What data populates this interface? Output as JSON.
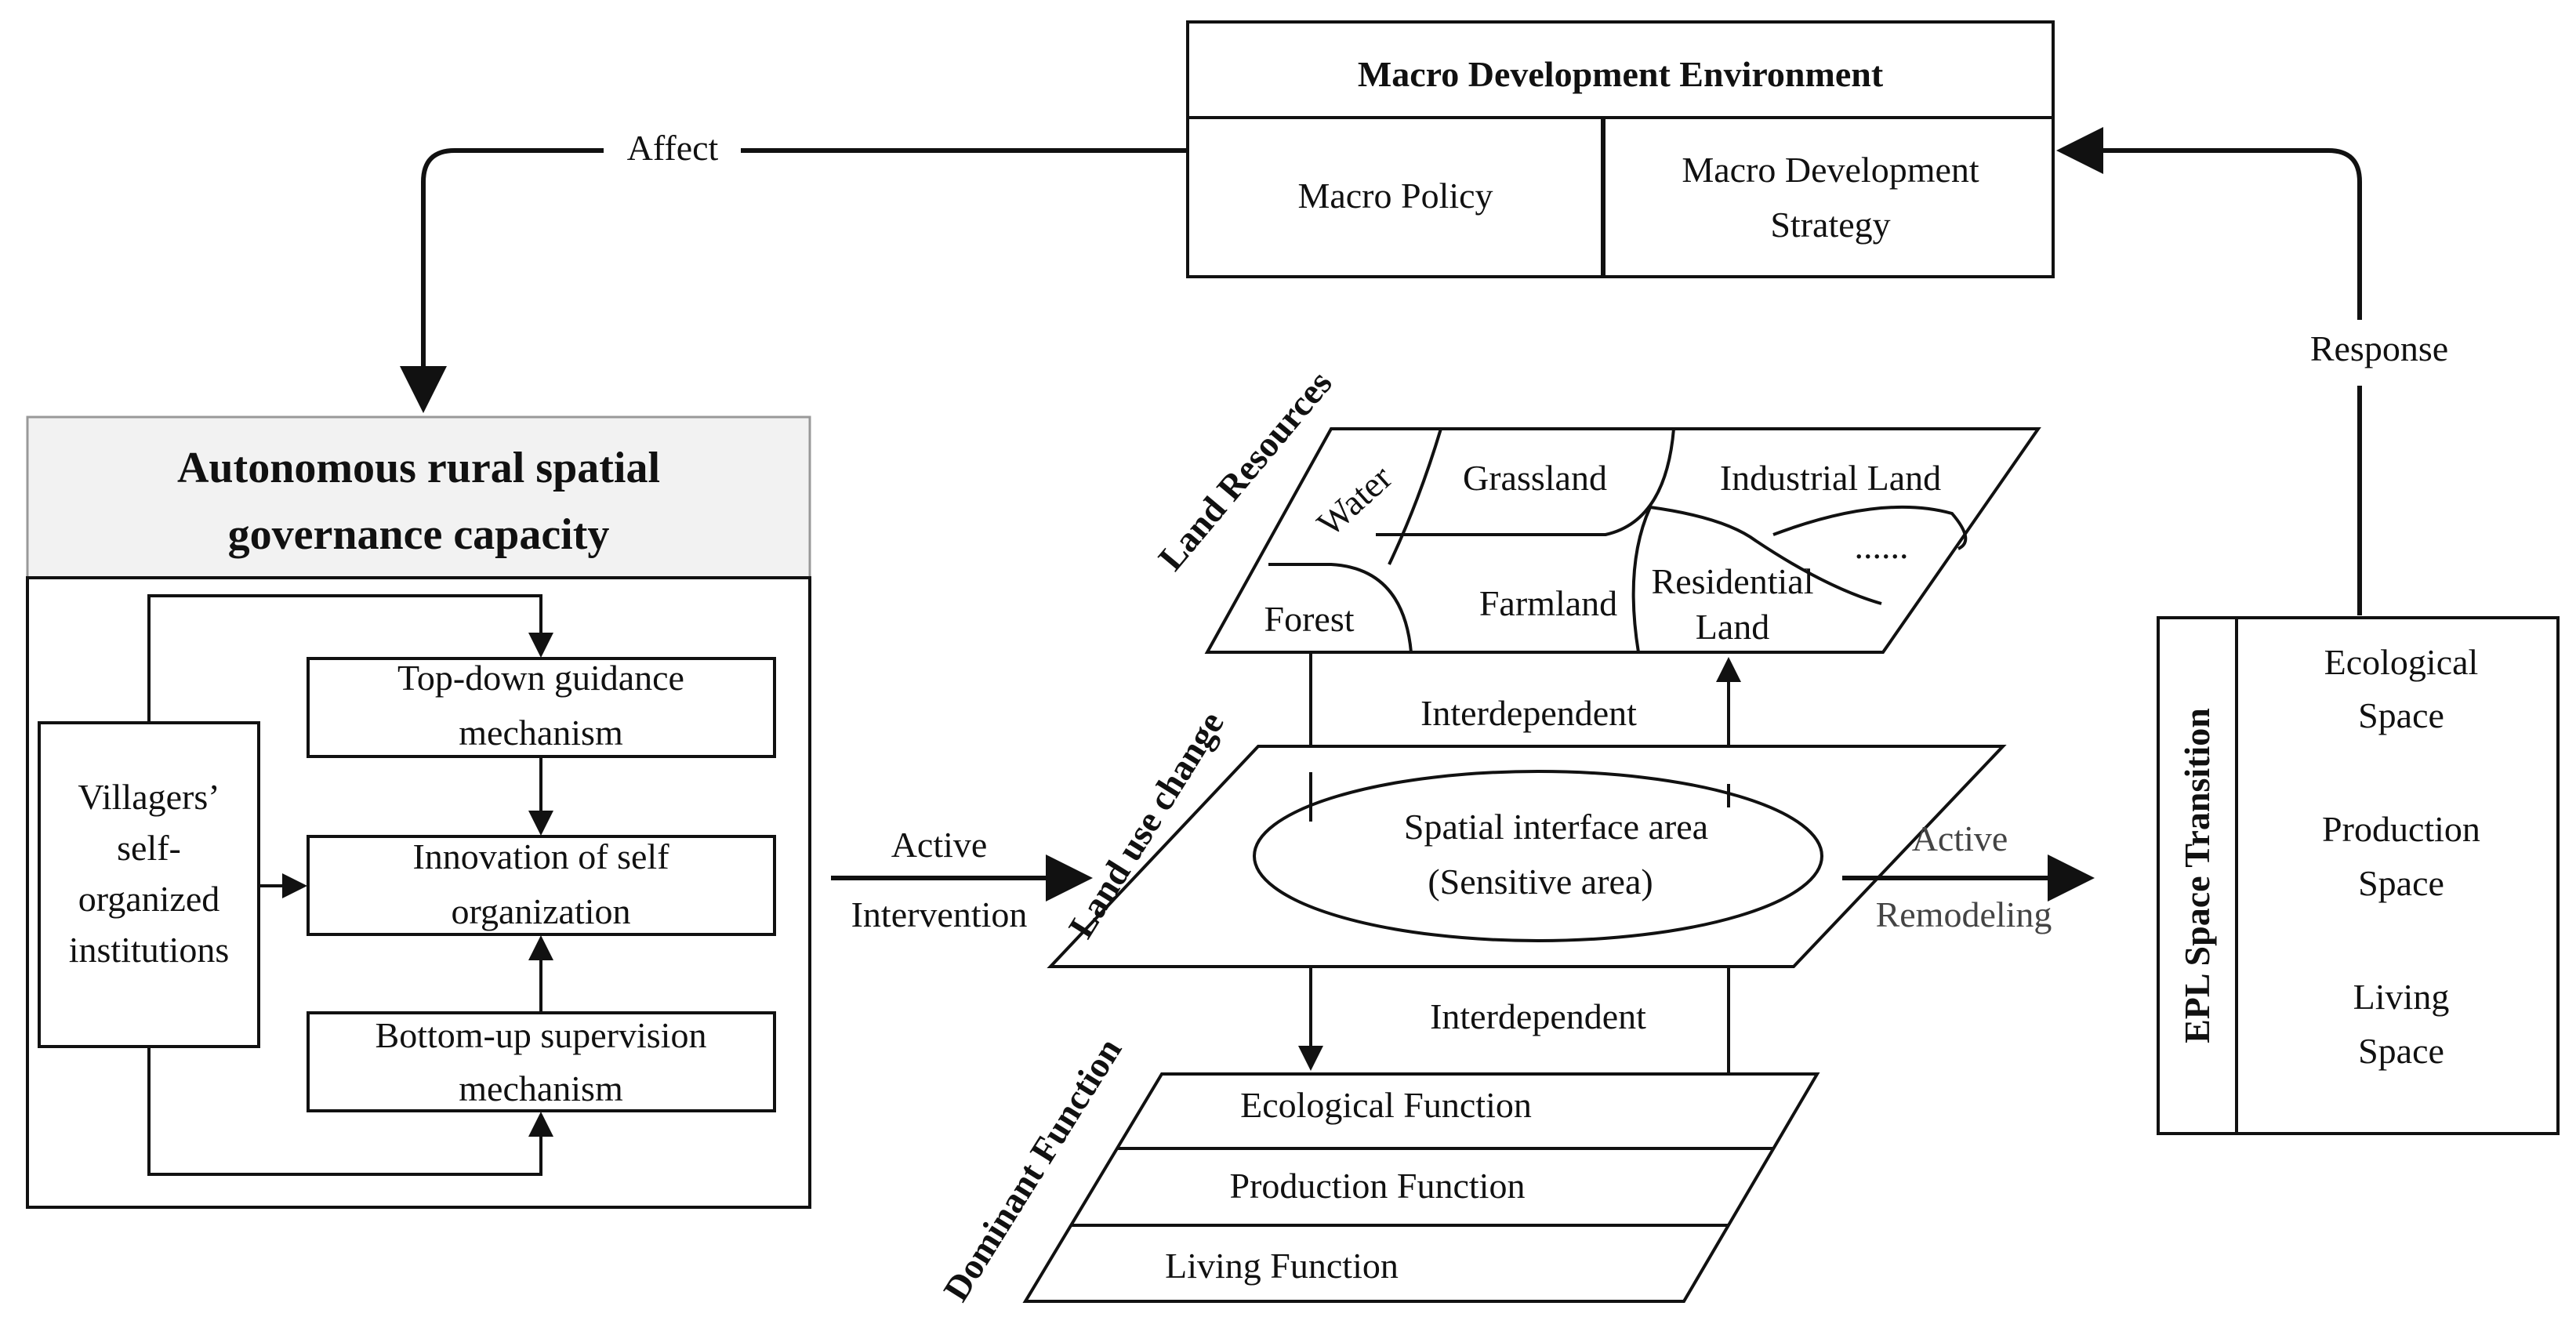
{
  "macro": {
    "title": "Macro Development Environment",
    "policy": "Macro Policy",
    "strategy_line1": "Macro Development",
    "strategy_line2": "Strategy"
  },
  "links": {
    "affect": "Affect",
    "response": "Response",
    "active_intervention_1": "Active",
    "active_intervention_2": "Intervention",
    "active_remodeling_1": "Active",
    "active_remodeling_2": "Remodeling",
    "interdependent_top": "Interdependent",
    "interdependent_bottom": "Interdependent"
  },
  "autonomous": {
    "title_line1": "Autonomous rural spatial",
    "title_line2": "governance capacity",
    "villagers": [
      "Villagers’",
      "self-",
      "organized",
      "institutions"
    ],
    "top_down": [
      "Top-down guidance",
      "mechanism"
    ],
    "innovation": [
      "Innovation of self",
      "organization"
    ],
    "bottom_up": [
      "Bottom-up supervision",
      "mechanism"
    ]
  },
  "land_resources": {
    "label": "Land Resources",
    "water": "Water",
    "grassland": "Grassland",
    "industrial": "Industrial Land",
    "forest": "Forest",
    "farmland": "Farmland",
    "residential_1": "Residential",
    "residential_2": "Land",
    "dots": "......"
  },
  "land_use": {
    "label": "Land use change",
    "interface_1": "Spatial interface area",
    "interface_2": "(Sensitive area)"
  },
  "dominant": {
    "label": "Dominant Function",
    "ecological": "Ecological  Function",
    "production": "Production Function",
    "living": "Living Function"
  },
  "epl": {
    "title": "EPL Space Transition",
    "ecological_1": "Ecological",
    "ecological_2": "Space",
    "production_1": "Production",
    "production_2": "Space",
    "living_1": "Living",
    "living_2": "Space"
  }
}
